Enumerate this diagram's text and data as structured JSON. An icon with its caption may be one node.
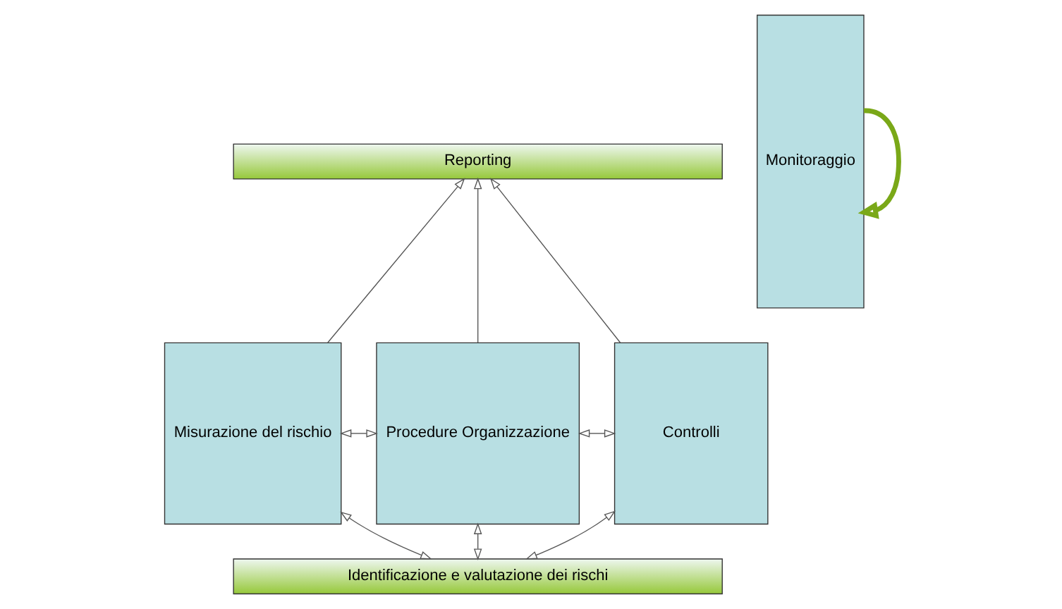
{
  "diagram": {
    "nodes": [
      {
        "text": [
          "Reporting"
        ]
      },
      {
        "text": [
          "Misurazione del rischio"
        ]
      },
      {
        "text": [
          "Procedure Organizzazione"
        ]
      },
      {
        "text": [
          "Controlli"
        ]
      },
      {
        "text": [
          "Identificazione e valutazione dei rischi"
        ]
      },
      {
        "text": [
          "Monitoraggio"
        ]
      }
    ],
    "edges": [
      {
        "from": 1,
        "to": 0,
        "arrow": "to"
      },
      {
        "from": 2,
        "to": 0,
        "arrow": "to"
      },
      {
        "from": 3,
        "to": 0,
        "arrow": "to"
      },
      {
        "from": 1,
        "to": 2,
        "arrow": "both"
      },
      {
        "from": 2,
        "to": 3,
        "arrow": "both"
      },
      {
        "from": 4,
        "to": 1,
        "arrow": "both"
      },
      {
        "from": 4,
        "to": 2,
        "arrow": "both"
      },
      {
        "from": 4,
        "to": 3,
        "arrow": "both"
      },
      {
        "from": 5,
        "to": 5,
        "arrow": "to",
        "style": "thick",
        "color": "#7aa818"
      }
    ]
  }
}
